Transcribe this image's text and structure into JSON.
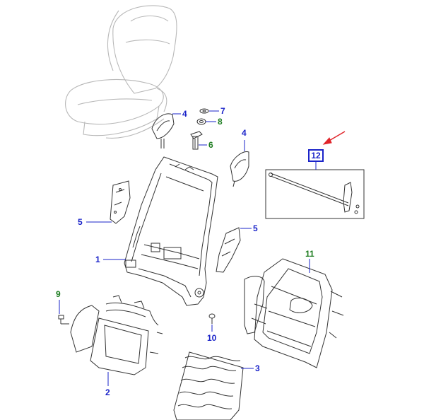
{
  "diagram": {
    "callouts": [
      {
        "id": "c1",
        "label": "1",
        "color": "#1a23c9"
      },
      {
        "id": "c2",
        "label": "2",
        "color": "#1a23c9"
      },
      {
        "id": "c3",
        "label": "3",
        "color": "#1a23c9"
      },
      {
        "id": "c4a",
        "label": "4",
        "color": "#1a23c9"
      },
      {
        "id": "c4b",
        "label": "4",
        "color": "#1a23c9"
      },
      {
        "id": "c5a",
        "label": "5",
        "color": "#1a23c9"
      },
      {
        "id": "c5b",
        "label": "5",
        "color": "#1a23c9"
      },
      {
        "id": "c6",
        "label": "6",
        "color": "#1e7d21"
      },
      {
        "id": "c7",
        "label": "7",
        "color": "#1a23c9"
      },
      {
        "id": "c8",
        "label": "8",
        "color": "#1e7d21"
      },
      {
        "id": "c9",
        "label": "9",
        "color": "#1e7d21"
      },
      {
        "id": "c10",
        "label": "10",
        "color": "#1a23c9"
      },
      {
        "id": "c11",
        "label": "11",
        "color": "#1e7d21"
      },
      {
        "id": "c12",
        "label": "12",
        "color": "#1a23c9",
        "boxed": true,
        "highlighted": true
      }
    ],
    "highlight_color": "#e0242a",
    "line_color": "#333333",
    "ghost_color": "#b8b8b8"
  }
}
